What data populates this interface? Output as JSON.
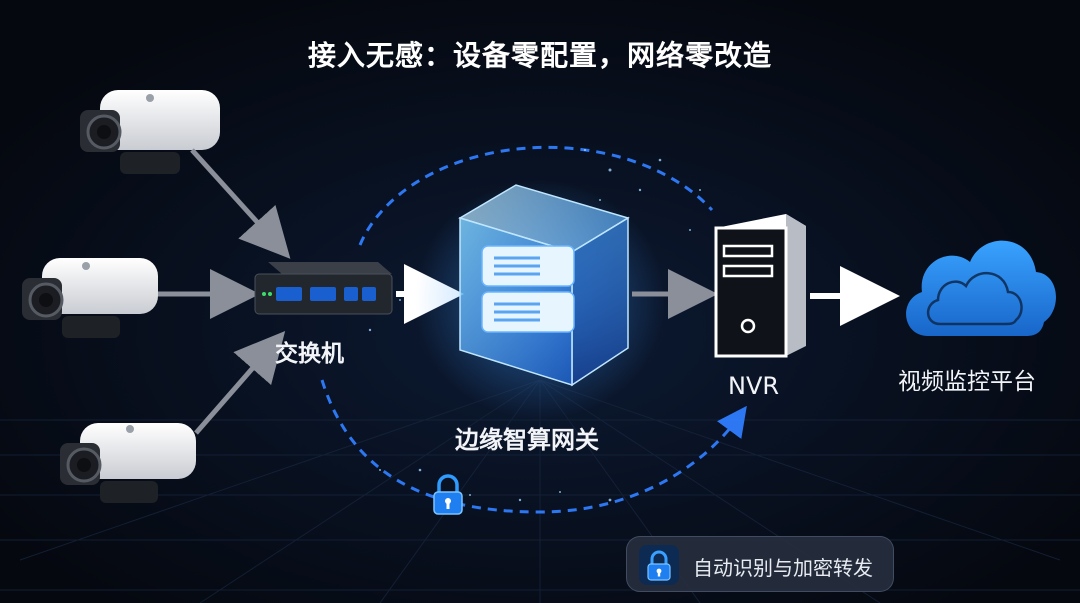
{
  "title": "接入无感：设备零配置，网络零改造",
  "nodes": {
    "switch": "交换机",
    "gateway": "边缘智算网关",
    "nvr": "NVR",
    "platform": "视频监控平台"
  },
  "badge": {
    "text": "自动识别与加密转发",
    "icon": "lock-icon"
  },
  "colors": {
    "background": "#05080f",
    "accent_blue": "#2f7dff",
    "cloud_blue": "#2d8cf0",
    "arrow_white": "#ffffff",
    "arrow_gray": "#8a8f99"
  }
}
